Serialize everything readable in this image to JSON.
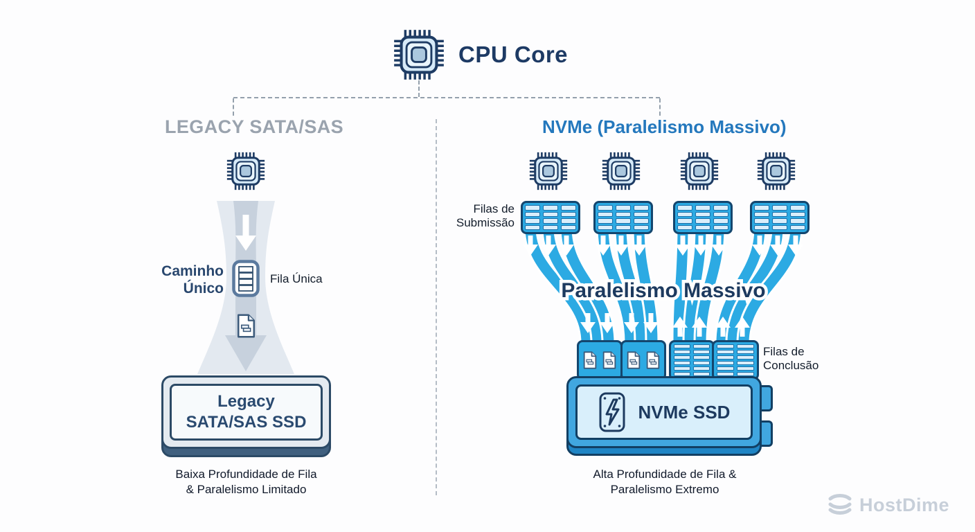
{
  "header": {
    "cpu_core": "CPU Core"
  },
  "left": {
    "heading": "LEGACY SATA/SAS",
    "path_label_line1": "Caminho",
    "path_label_line2": "Único",
    "queue_label": "Fila Única",
    "ssd_label_line1": "Legacy",
    "ssd_label_line2": "SATA/SAS SSD",
    "caption_line1": "Baixa Profundidade de Fila",
    "caption_line2": "& Paralelismo Limitado"
  },
  "right": {
    "heading": "NVMe (Paralelismo Massivo)",
    "submission_label_line1": "Filas de",
    "submission_label_line2": "Submissão",
    "flow_label": "Paralelismo Massivo",
    "completion_label_line1": "Filas de",
    "completion_label_line2": "Conclusão",
    "ssd_label": "NVMe SSD",
    "caption_line1": "Alta Profundidade de Fila &",
    "caption_line2": "Paralelismo Extremo"
  },
  "branding": {
    "logo_text": "HostDime"
  },
  "colors": {
    "navy": "#1d3a64",
    "ribbon_blue": "#2caae3",
    "block_border": "#14466e",
    "heading_blue": "#2478bd",
    "heading_gray": "#9aa3ae",
    "funnel_gray": "#e3e9f0",
    "funnel_ribbon": "#c7d1dd",
    "logo_gray": "#c7cfd9"
  }
}
